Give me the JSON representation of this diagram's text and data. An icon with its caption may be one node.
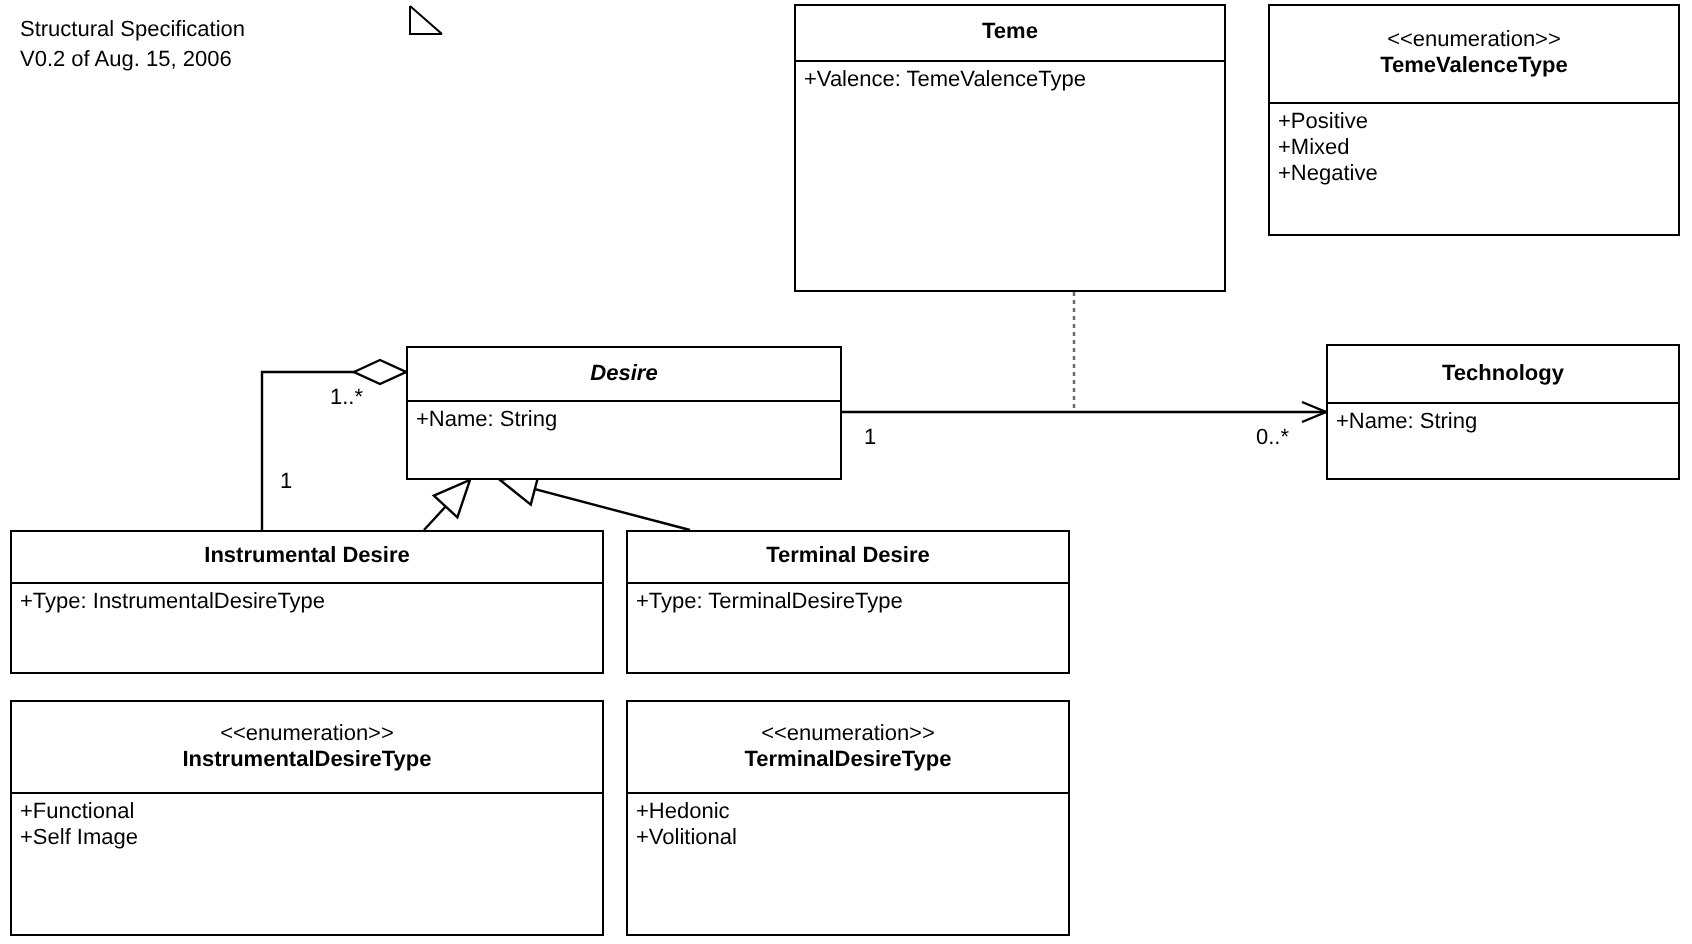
{
  "diagram": {
    "nodes": [
      {
        "text": [
          "Structural Specification",
          "V0.2 of Aug. 15, 2006"
        ]
      },
      {
        "text": [
          "Teme",
          "+Valence: TemeValenceType"
        ]
      },
      {
        "text": [
          "<<enumeration>>",
          "TemeValenceType",
          "+Positive",
          "+Mixed",
          "+Negative"
        ]
      },
      {
        "text": [
          "Desire",
          "+Name: String"
        ]
      },
      {
        "text": [
          "Technology",
          "+Name: String"
        ]
      },
      {
        "text": [
          "Instrumental Desire",
          "+Type: InstrumentalDesireType"
        ]
      },
      {
        "text": [
          "Terminal Desire",
          "+Type: TerminalDesireType"
        ]
      },
      {
        "text": [
          "<<enumeration>>",
          "InstrumentalDesireType",
          "+Functional",
          "+Self Image"
        ]
      },
      {
        "text": [
          "<<enumeration>>",
          "TerminalDesireType",
          "+Hedonic",
          "+Volitional"
        ]
      }
    ],
    "edges": [
      {
        "from": 5,
        "to": 3,
        "arrow": "other"
      },
      {
        "from": 5,
        "to": 3,
        "arrow": "to"
      },
      {
        "from": 6,
        "to": 3,
        "arrow": "to"
      },
      {
        "from": 3,
        "to": 4,
        "arrow": "to"
      },
      {
        "from": 1,
        "to": null,
        "arrow": "none",
        "style": "dashed",
        "color": "#666666"
      }
    ],
    "labels": [
      "1..*",
      "1",
      "1",
      "0..*"
    ]
  }
}
